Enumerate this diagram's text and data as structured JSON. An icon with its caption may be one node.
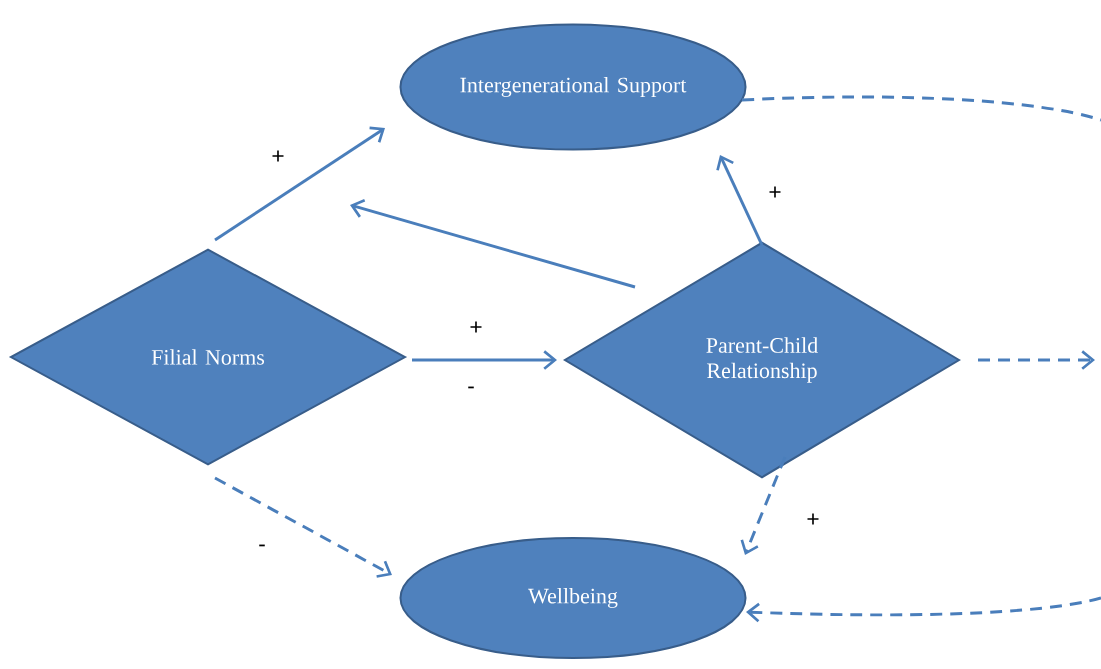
{
  "diagram": {
    "nodes": [
      {
        "text": [
          "Intergenerational Support"
        ]
      },
      {
        "text": [
          "Filial Norms"
        ]
      },
      {
        "text": [
          "Parent-Child Relationship"
        ]
      },
      {
        "text": [
          "Wellbeing"
        ]
      }
    ],
    "edges": [
      {
        "from": 1,
        "to": 0,
        "arrow": "to",
        "label": "+"
      },
      {
        "from": 2,
        "to": null,
        "arrow": "to"
      },
      {
        "from": 2,
        "to": 0,
        "arrow": "to",
        "label": "+"
      },
      {
        "from": 1,
        "to": 2,
        "arrow": "to",
        "label": "+"
      },
      {
        "from": 1,
        "to": 3,
        "arrow": "to",
        "label": "-",
        "style": "dashed"
      },
      {
        "from": 2,
        "to": 3,
        "arrow": "to",
        "label": "+",
        "style": "dashed"
      },
      {
        "from": 2,
        "to": null,
        "arrow": "to",
        "style": "dashed"
      },
      {
        "from": 0,
        "to": null,
        "arrow": "none",
        "style": "dashed"
      },
      {
        "from": null,
        "to": 3,
        "arrow": "to",
        "style": "dashed"
      }
    ],
    "labels": [
      "-"
    ]
  }
}
